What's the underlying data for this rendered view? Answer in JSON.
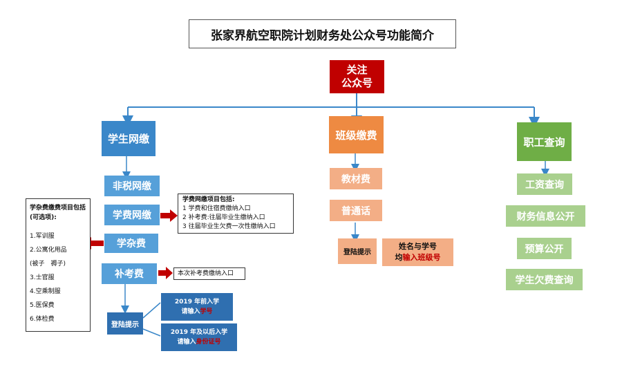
{
  "title": "张家界航空职院计划财务处公众号功能简介",
  "root": {
    "line1": "关注",
    "line2": "公众号"
  },
  "branches": {
    "student": "学生网缴",
    "class": "班级缴费",
    "staff": "职工查询"
  },
  "student_items": [
    "非税网缴",
    "学费网缴",
    "学杂费",
    "补考费"
  ],
  "student_login": "登陆提示",
  "student_login_options": [
    {
      "line1": "2019 年前入学",
      "prefix": "请输入",
      "highlight": "学号"
    },
    {
      "line1": "2019 年及以后入学",
      "prefix": "请输入",
      "highlight": "身份证号"
    }
  ],
  "tuition_note": {
    "heading": "学费网缴项目包括:",
    "items": [
      "1 学费和住宿费缴纳入口",
      "2 补考费:往届毕业生缴纳入口",
      "3 往届毕业生欠费一次性缴纳入口"
    ]
  },
  "makeup_note": "本次补考费缴纳入口",
  "misc_note": {
    "heading": "学杂费缴费项目包括(可选项):",
    "items": [
      "1.军训服",
      "2.公寓化用品",
      "(被子　褥子)",
      "3.士官服",
      "4.空乘制服",
      "5.医保费",
      "6.体检费"
    ]
  },
  "class_items": [
    "教材费",
    "普通话"
  ],
  "class_login": "登陆提示",
  "class_login_text": {
    "line1": "姓名与学号",
    "prefix": "均",
    "highlight": "输入班级号"
  },
  "staff_items": [
    "工资查询",
    "财务信息公开",
    "预算公开",
    "学生欠费查询"
  ],
  "colors": {
    "line": "#3a87c9",
    "arrow_red": "#c00000",
    "blue": "#3a87c9",
    "orange": "#ee8a42",
    "green": "#6fae46"
  }
}
